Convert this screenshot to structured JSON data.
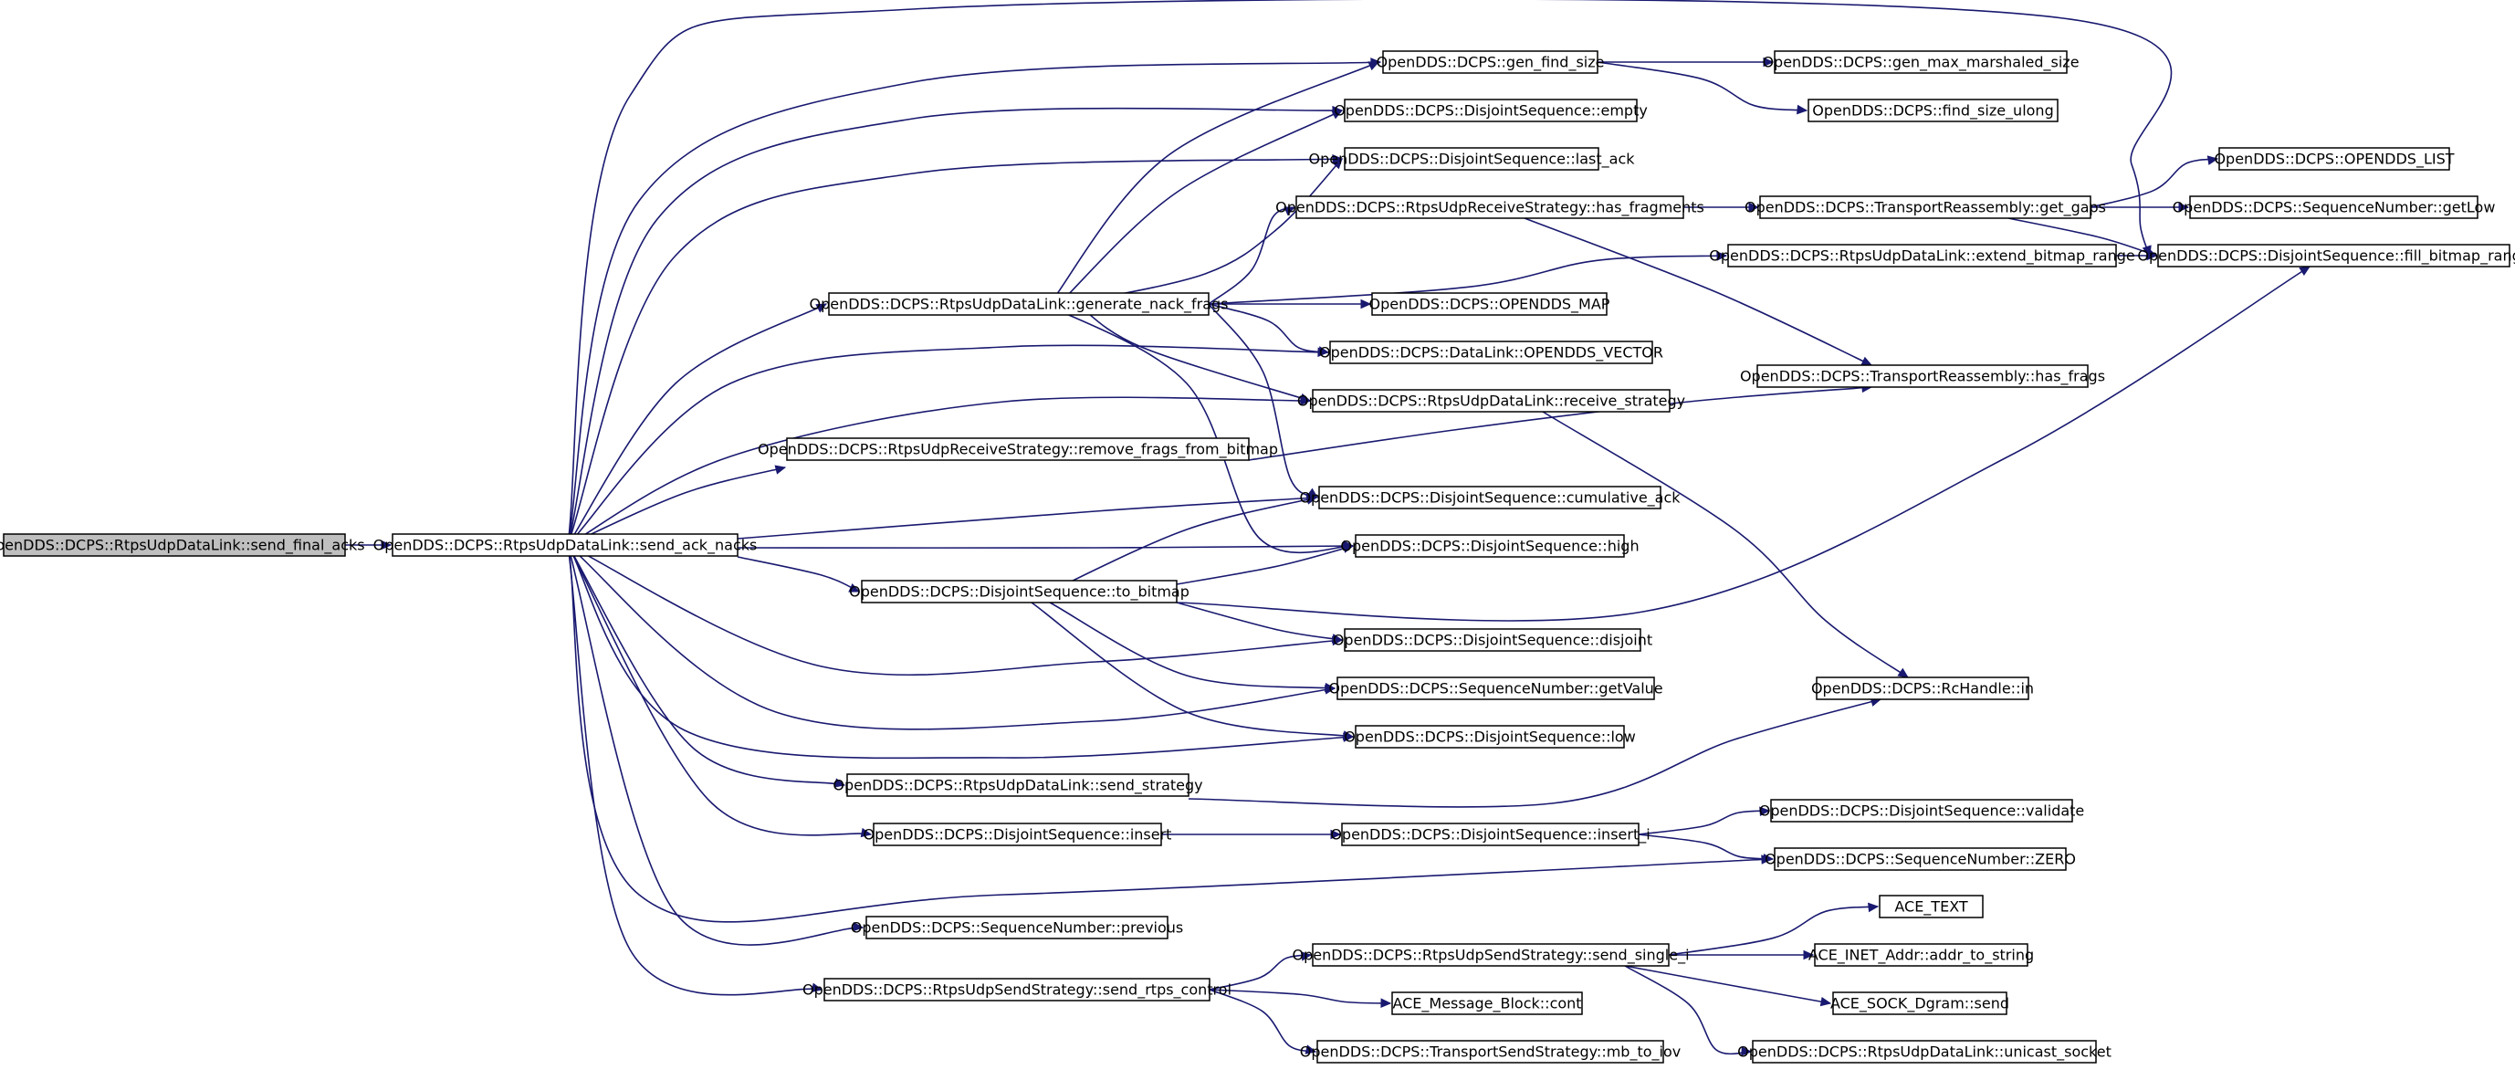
{
  "nodes": {
    "n0": "OpenDDS::DCPS::RtpsUdpDataLink::send_final_acks",
    "n1": "OpenDDS::DCPS::RtpsUdpDataLink::send_ack_nacks",
    "n2": "OpenDDS::DCPS::gen_find_size",
    "n3": "OpenDDS::DCPS::gen_max_marshaled_size",
    "n4": "OpenDDS::DCPS::find_size_ulong",
    "n5": "OpenDDS::DCPS::DisjointSequence::empty",
    "n6": "OpenDDS::DCPS::DisjointSequence::last_ack",
    "n7": "OpenDDS::DCPS::RtpsUdpReceiveStrategy::has_fragments",
    "n8": "OpenDDS::DCPS::TransportReassembly::get_gaps",
    "n9": "OpenDDS::DCPS::OPENDDS_LIST",
    "n10": "OpenDDS::DCPS::SequenceNumber::getLow",
    "n11": "OpenDDS::DCPS::RtpsUdpDataLink::extend_bitmap_range",
    "n12": "OpenDDS::DCPS::DisjointSequence::fill_bitmap_range",
    "n13": "OpenDDS::DCPS::RtpsUdpDataLink::generate_nack_frags",
    "n14": "OpenDDS::DCPS::OPENDDS_MAP",
    "n15": "OpenDDS::DCPS::DataLink::OPENDDS_VECTOR",
    "n16": "OpenDDS::DCPS::TransportReassembly::has_frags",
    "n17": "OpenDDS::DCPS::RtpsUdpDataLink::receive_strategy",
    "n18": "OpenDDS::DCPS::RtpsUdpReceiveStrategy::remove_frags_from_bitmap",
    "n19": "OpenDDS::DCPS::DisjointSequence::cumulative_ack",
    "n20": "OpenDDS::DCPS::DisjointSequence::high",
    "n21": "OpenDDS::DCPS::DisjointSequence::to_bitmap",
    "n22": "OpenDDS::DCPS::DisjointSequence::disjoint",
    "n23": "OpenDDS::DCPS::SequenceNumber::getValue",
    "n24": "OpenDDS::DCPS::RcHandle::in",
    "n25": "OpenDDS::DCPS::DisjointSequence::low",
    "n26": "OpenDDS::DCPS::RtpsUdpDataLink::send_strategy",
    "n27": "OpenDDS::DCPS::DisjointSequence::validate",
    "n28": "OpenDDS::DCPS::DisjointSequence::insert",
    "n29": "OpenDDS::DCPS::DisjointSequence::insert_i",
    "n30": "OpenDDS::DCPS::SequenceNumber::ZERO",
    "n31": "OpenDDS::DCPS::SequenceNumber::previous",
    "n32": "ACE_TEXT",
    "n33": "OpenDDS::DCPS::RtpsUdpSendStrategy::send_single_i",
    "n34": "ACE_INET_Addr::addr_to_string",
    "n35": "OpenDDS::DCPS::RtpsUdpSendStrategy::send_rtps_control",
    "n36": "ACE_Message_Block::cont",
    "n37": "ACE_SOCK_Dgram::send",
    "n38": "OpenDDS::DCPS::TransportSendStrategy::mb_to_iov",
    "n39": "OpenDDS::DCPS::RtpsUdpDataLink::unicast_socket"
  },
  "edges": [
    [
      "n0",
      "n1"
    ],
    [
      "n1",
      "n2"
    ],
    [
      "n1",
      "n5"
    ],
    [
      "n1",
      "n6"
    ],
    [
      "n1",
      "n12"
    ],
    [
      "n1",
      "n13"
    ],
    [
      "n1",
      "n15"
    ],
    [
      "n1",
      "n17"
    ],
    [
      "n1",
      "n18"
    ],
    [
      "n1",
      "n19"
    ],
    [
      "n1",
      "n20"
    ],
    [
      "n1",
      "n21"
    ],
    [
      "n1",
      "n22"
    ],
    [
      "n1",
      "n23"
    ],
    [
      "n1",
      "n25"
    ],
    [
      "n1",
      "n26"
    ],
    [
      "n1",
      "n28"
    ],
    [
      "n1",
      "n30"
    ],
    [
      "n1",
      "n31"
    ],
    [
      "n1",
      "n35"
    ],
    [
      "n2",
      "n3"
    ],
    [
      "n2",
      "n4"
    ],
    [
      "n7",
      "n8"
    ],
    [
      "n7",
      "n16"
    ],
    [
      "n8",
      "n9"
    ],
    [
      "n8",
      "n10"
    ],
    [
      "n8",
      "n12"
    ],
    [
      "n11",
      "n12"
    ],
    [
      "n13",
      "n2"
    ],
    [
      "n13",
      "n5"
    ],
    [
      "n13",
      "n6"
    ],
    [
      "n13",
      "n7"
    ],
    [
      "n13",
      "n11"
    ],
    [
      "n13",
      "n14"
    ],
    [
      "n13",
      "n15"
    ],
    [
      "n13",
      "n17"
    ],
    [
      "n13",
      "n19"
    ],
    [
      "n13",
      "n20"
    ],
    [
      "n17",
      "n24"
    ],
    [
      "n18",
      "n16"
    ],
    [
      "n21",
      "n12"
    ],
    [
      "n21",
      "n19"
    ],
    [
      "n21",
      "n20"
    ],
    [
      "n21",
      "n22"
    ],
    [
      "n21",
      "n23"
    ],
    [
      "n21",
      "n25"
    ],
    [
      "n26",
      "n24"
    ],
    [
      "n28",
      "n29"
    ],
    [
      "n29",
      "n27"
    ],
    [
      "n29",
      "n30"
    ],
    [
      "n33",
      "n32"
    ],
    [
      "n33",
      "n34"
    ],
    [
      "n33",
      "n37"
    ],
    [
      "n33",
      "n39"
    ],
    [
      "n35",
      "n33"
    ],
    [
      "n35",
      "n36"
    ],
    [
      "n35",
      "n38"
    ]
  ],
  "colors": {
    "edge": "#191970",
    "root_fill": "#bfbfbf",
    "node_fill": "#ffffff",
    "node_border": "#000000"
  }
}
